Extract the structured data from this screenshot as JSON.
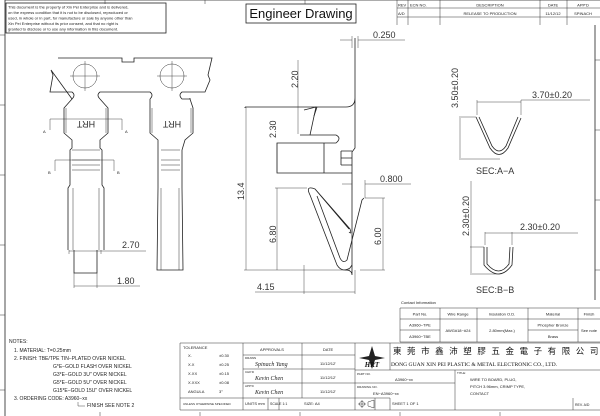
{
  "notice": [
    "This document is the property of Xin Pei Enterprise and is delivered,",
    "on the express condition that it is not to be disclosed, reproduced or",
    "used, in whole or in part, for manufacture or sale by anyone other than",
    "Xin Pei Enterprise without its prior consent, and that no right is",
    "granted to disclose or to use any information in this document."
  ],
  "title": "Engineer Drawing",
  "revision_table": {
    "headers": [
      "REV",
      "ECN NO.",
      "DESCRIPTION",
      "DATE",
      "APP'D"
    ],
    "rows": [
      [
        "A/D",
        "",
        "RELEASE TO PRODUCTION",
        "11/12/12",
        "SPINACH"
      ]
    ]
  },
  "dimensions": {
    "front_width_upper": "2.70",
    "front_width_lower": "1.80",
    "thickness": "0.250",
    "d220": "2.20",
    "d230": "2.30",
    "d134": "13.4",
    "d680": "6.80",
    "d600": "6.00",
    "d0800": "0.800",
    "d415": "4.15",
    "secA_h": "3.50±0.20",
    "secA_w": "3.70±0.20",
    "secB_h": "2.30±0.20",
    "secB_w": "2.30±0.20"
  },
  "labels": {
    "hrt": "HRT",
    "a": "A",
    "b": "B",
    "sec_a": "SEC:A−A",
    "sec_b": "SEC:B−B"
  },
  "contact": {
    "caption": "Contact Information",
    "headers": [
      "Part No.",
      "Wire Range",
      "Insulation O.D.",
      "Material",
      "Finish"
    ],
    "part_nos": [
      "A3960−TPE",
      "A3960−TBE"
    ],
    "wire_range": "AWG#18~#24",
    "insulation": "2.80mm(Max.)",
    "materials": [
      "Phospher Bronze",
      "Brass"
    ],
    "finish": "See note"
  },
  "notes": {
    "heading": "NOTES:",
    "lines": [
      "1.  MATERIAL: T=0.25mm",
      "2.  FINISH:  TBE/TPE  TIN−PLATED  OVER  NICKEL",
      "G*E−GOLD  FLASH  OVER  NICKEL",
      "G3*E−GOLD  3U\"  OVER  NICKEL",
      "G5*E−GOLD  5U\"  OVER  NICKEL",
      "G15*E−GOLD  15U\"  OVER  NICKEL",
      "3.  ORDERING  CODE:  A3960−xx"
    ],
    "finish_note": "FINISH  SEE  NOTE  2"
  },
  "title_block": {
    "tolerance_label": "TOLERANCE",
    "tolerances": [
      [
        "X.",
        "±0.30"
      ],
      [
        "X.X",
        "±0.25"
      ],
      [
        "X.XX",
        "±0.15"
      ],
      [
        "X.XXX",
        "±0.08"
      ],
      [
        "ANGULA",
        "3°"
      ]
    ],
    "unless": "UNLESS OTHERWISE SPECIFIED",
    "approvals_label": "APPROVALS",
    "date_label": "DATE",
    "drawn_label": "DRAWN",
    "drawn_by": "Spinach Yang",
    "drawn_date": "11/12/12'",
    "chkd_label": "CHK'D",
    "chkd_by": "Kevin Chen",
    "chkd_date": "11/12/12'",
    "appd_label": "APP'D",
    "appd_by": "Kevin Chen",
    "appd_date": "11/12/12'",
    "units": "UNITS  mm",
    "scale": "SCALE    1:1",
    "size": "SIZE: A4",
    "company_cn": "東 莞 市 鑫 沛 塑 膠 五 金 電 子 有 限 公 司",
    "company_en": "DONG GUAN XIN PEI PLASTIC & METAL ELECTRONIC CO., LTD.",
    "logo_text": "HRT",
    "part_no_label": "PART NO.",
    "part_no": "A3960−xx",
    "drawing_no_label": "DRAWING NO.",
    "drawing_no": "EN−A3960−xx",
    "sheet": "SHEET    1    OF    1",
    "title_label": "TITLE:",
    "title_lines": [
      "WIRE TO BOARD, PLUG,",
      "PITCH 3.96mm, CRIMP TYPE,",
      "CONTACT"
    ],
    "rev": "REV. A/D"
  }
}
